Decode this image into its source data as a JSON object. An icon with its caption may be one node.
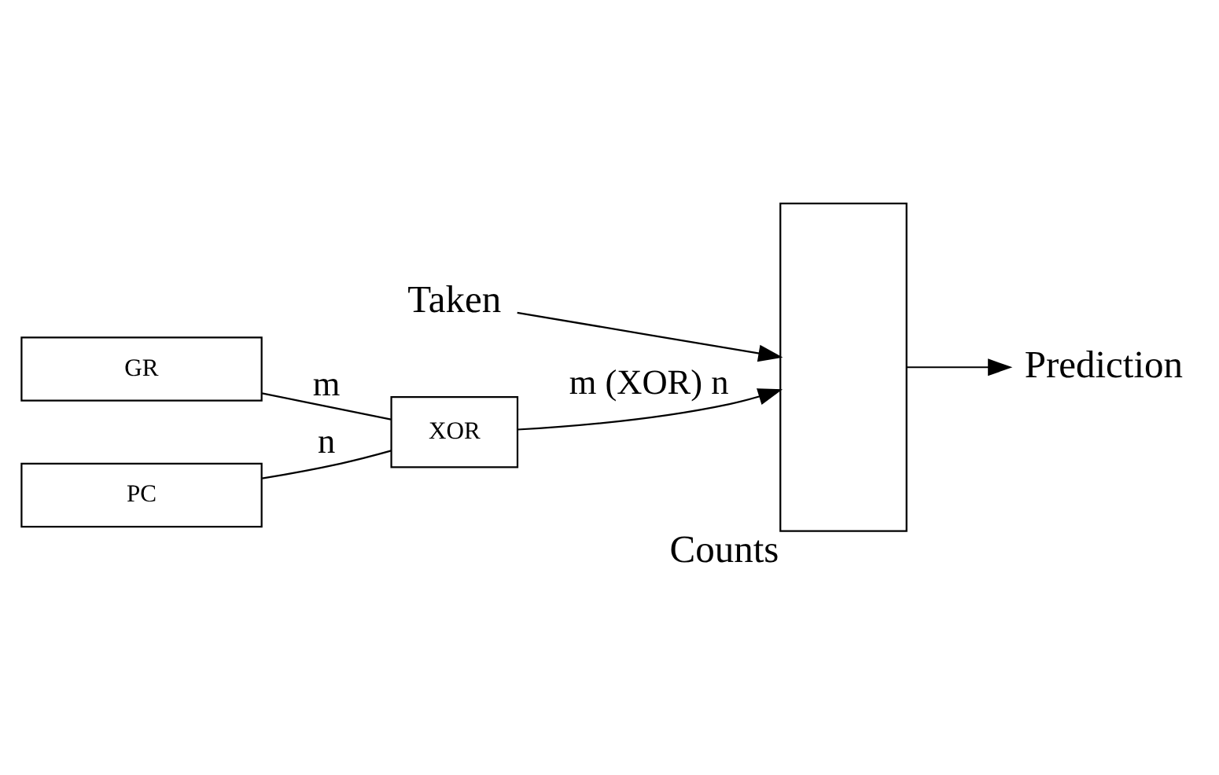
{
  "diagram": {
    "nodes": [
      {
        "text": [
          "Counts"
        ]
      },
      {
        "text": [
          "Taken"
        ]
      },
      {
        "text": [
          "Prediction"
        ]
      },
      {
        "text": [
          "GR"
        ]
      },
      {
        "text": [
          "PC"
        ]
      },
      {
        "text": [
          "XOR"
        ]
      }
    ],
    "edges": [
      {
        "from": 1,
        "to": 0,
        "arrow": "to"
      },
      {
        "from": 0,
        "to": 2,
        "arrow": "to"
      },
      {
        "from": 3,
        "to": 5,
        "arrow": "none",
        "label": "m"
      },
      {
        "from": 4,
        "to": 5,
        "arrow": "none",
        "label": "n"
      },
      {
        "from": 5,
        "to": 0,
        "arrow": "to",
        "label": "m (XOR) n"
      }
    ]
  }
}
